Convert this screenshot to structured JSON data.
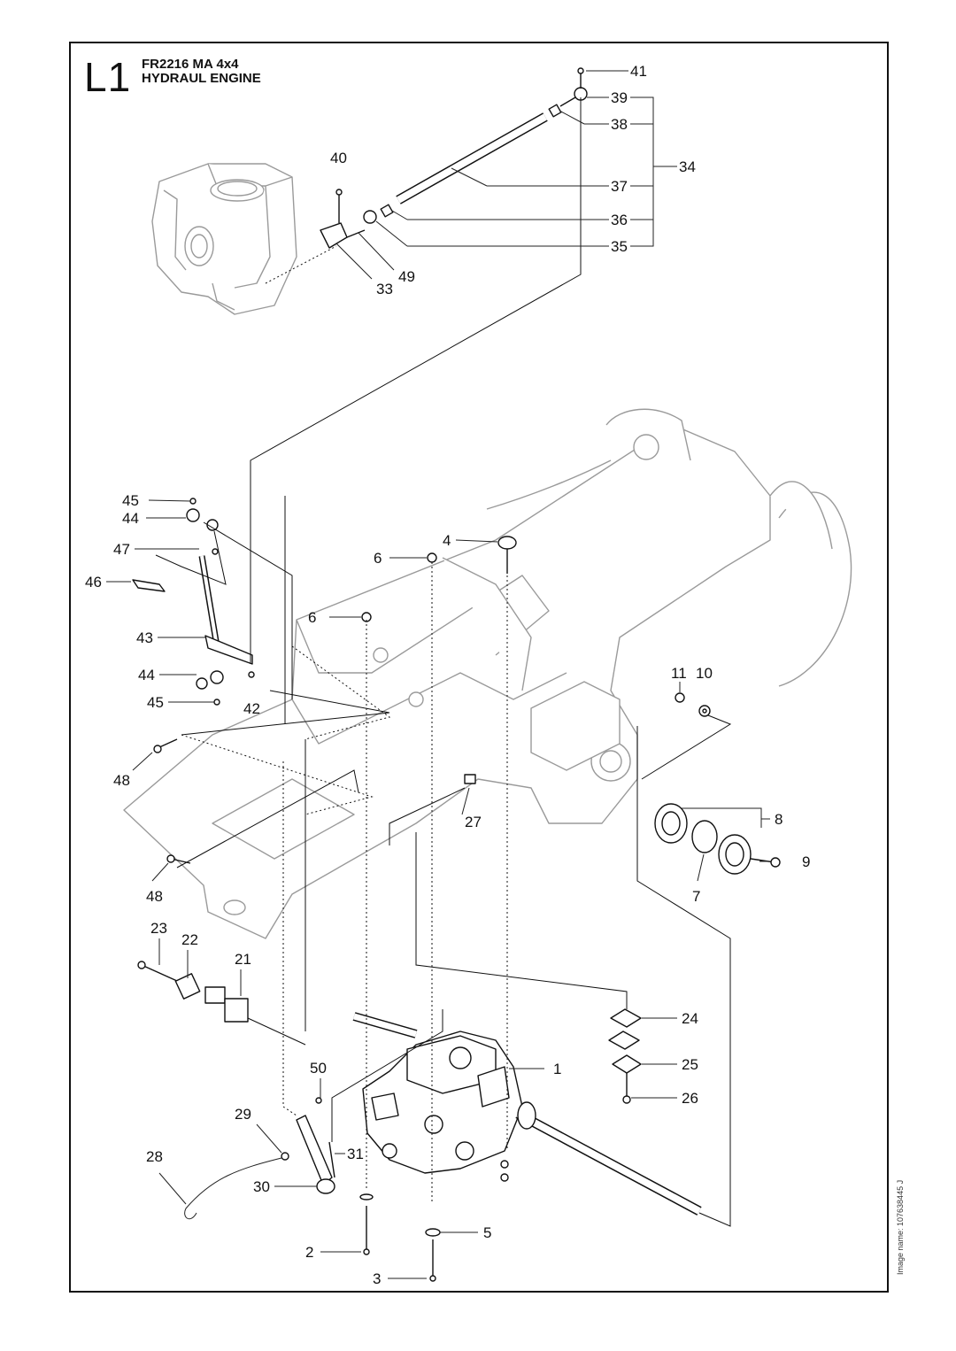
{
  "header": {
    "section_code": "L1",
    "model": "FR2216 MA 4x4",
    "title": "HYDRAUL ENGINE"
  },
  "footer": {
    "image_name": "Image name: 107638445 J"
  },
  "callouts": [
    "41",
    "39",
    "38",
    "34",
    "37",
    "36",
    "35",
    "40",
    "49",
    "33",
    "45",
    "44",
    "47",
    "46",
    "43",
    "44",
    "45",
    "42",
    "4",
    "6",
    "6",
    "11",
    "10",
    "48",
    "48",
    "27",
    "8",
    "9",
    "7",
    "23",
    "22",
    "21",
    "24",
    "25",
    "26",
    "50",
    "1",
    "29",
    "31",
    "28",
    "30",
    "2",
    "5",
    "3"
  ]
}
